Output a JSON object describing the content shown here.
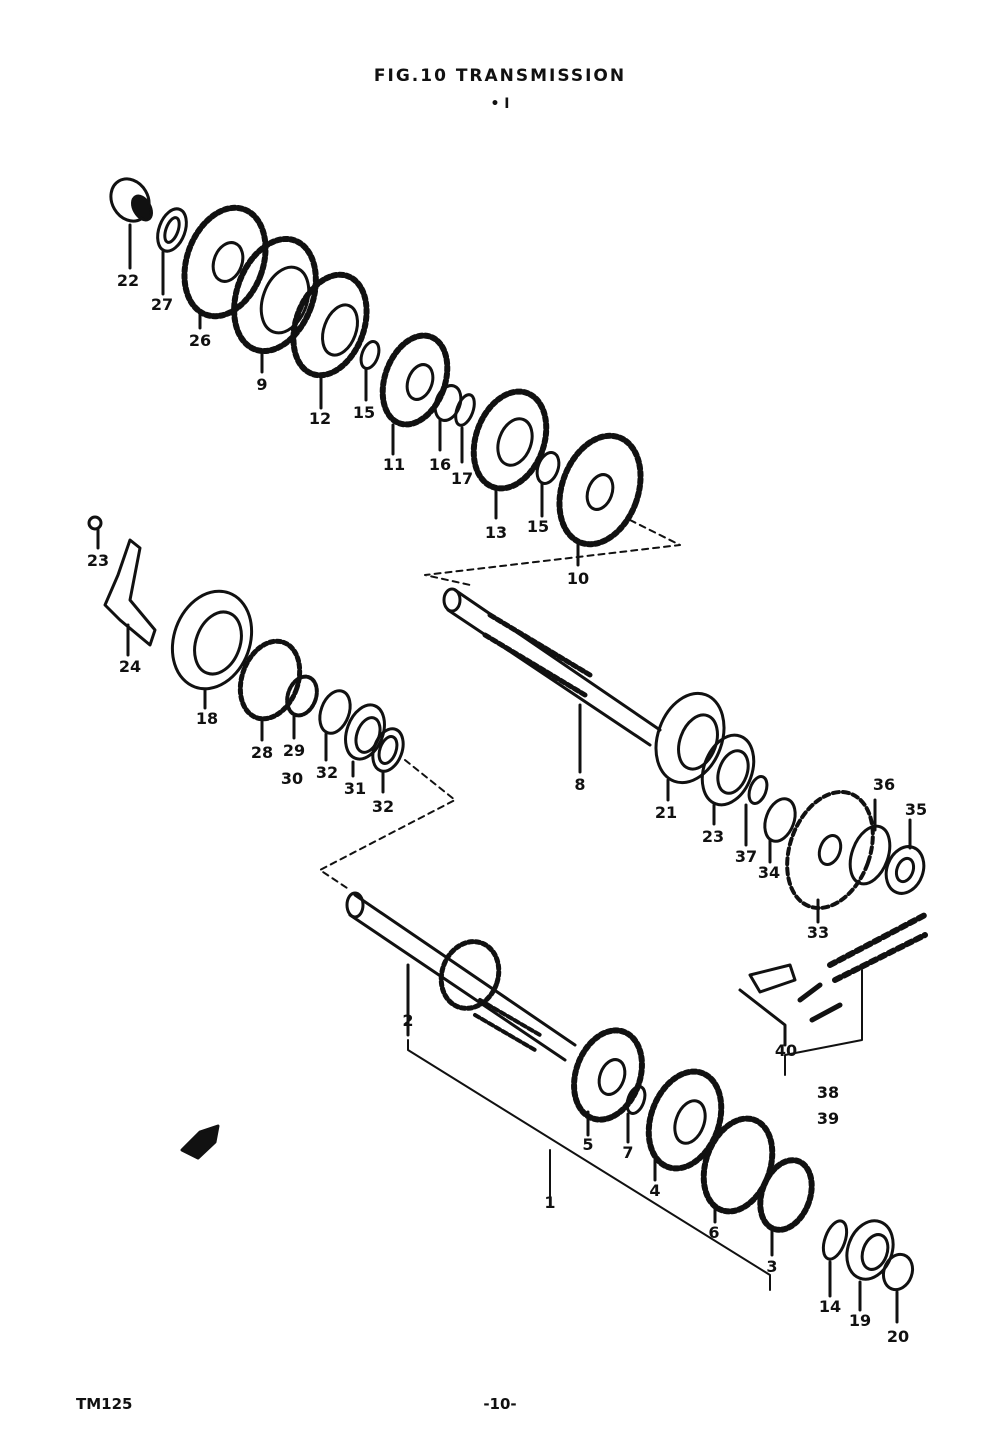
{
  "page": {
    "title": "FIG.10 TRANSMISSION",
    "subtitle": "• I",
    "footer_model": "TM125",
    "footer_page": "-10-"
  },
  "parts": [
    {
      "id": "p1",
      "label": "1"
    },
    {
      "id": "p2",
      "label": "2"
    },
    {
      "id": "p3",
      "label": "3"
    },
    {
      "id": "p4",
      "label": "4"
    },
    {
      "id": "p5",
      "label": "5"
    },
    {
      "id": "p6",
      "label": "6"
    },
    {
      "id": "p7",
      "label": "7"
    },
    {
      "id": "p8",
      "label": "8"
    },
    {
      "id": "p9",
      "label": "9"
    },
    {
      "id": "p10",
      "label": "10"
    },
    {
      "id": "p11",
      "label": "11"
    },
    {
      "id": "p12",
      "label": "12"
    },
    {
      "id": "p13",
      "label": "13"
    },
    {
      "id": "p14",
      "label": "14"
    },
    {
      "id": "p15a",
      "label": "15"
    },
    {
      "id": "p15b",
      "label": "15"
    },
    {
      "id": "p15c",
      "label": "15"
    },
    {
      "id": "p16",
      "label": "16"
    },
    {
      "id": "p17",
      "label": "17"
    },
    {
      "id": "p18",
      "label": "18"
    },
    {
      "id": "p19",
      "label": "19"
    },
    {
      "id": "p20",
      "label": "20"
    },
    {
      "id": "p21",
      "label": "21"
    },
    {
      "id": "p22",
      "label": "22"
    },
    {
      "id": "p23a",
      "label": "23"
    },
    {
      "id": "p23b",
      "label": "23"
    },
    {
      "id": "p24",
      "label": "24"
    },
    {
      "id": "p26",
      "label": "26"
    },
    {
      "id": "p27",
      "label": "27"
    },
    {
      "id": "p28",
      "label": "28"
    },
    {
      "id": "p29",
      "label": "29"
    },
    {
      "id": "p30",
      "label": "30"
    },
    {
      "id": "p31",
      "label": "31"
    },
    {
      "id": "p32a",
      "label": "32"
    },
    {
      "id": "p32b",
      "label": "32"
    },
    {
      "id": "p33",
      "label": "33"
    },
    {
      "id": "p34",
      "label": "34"
    },
    {
      "id": "p35",
      "label": "35"
    },
    {
      "id": "p36",
      "label": "36"
    },
    {
      "id": "p37",
      "label": "37"
    },
    {
      "id": "p38",
      "label": "38"
    },
    {
      "id": "p39",
      "label": "39"
    },
    {
      "id": "p40",
      "label": "40"
    }
  ]
}
